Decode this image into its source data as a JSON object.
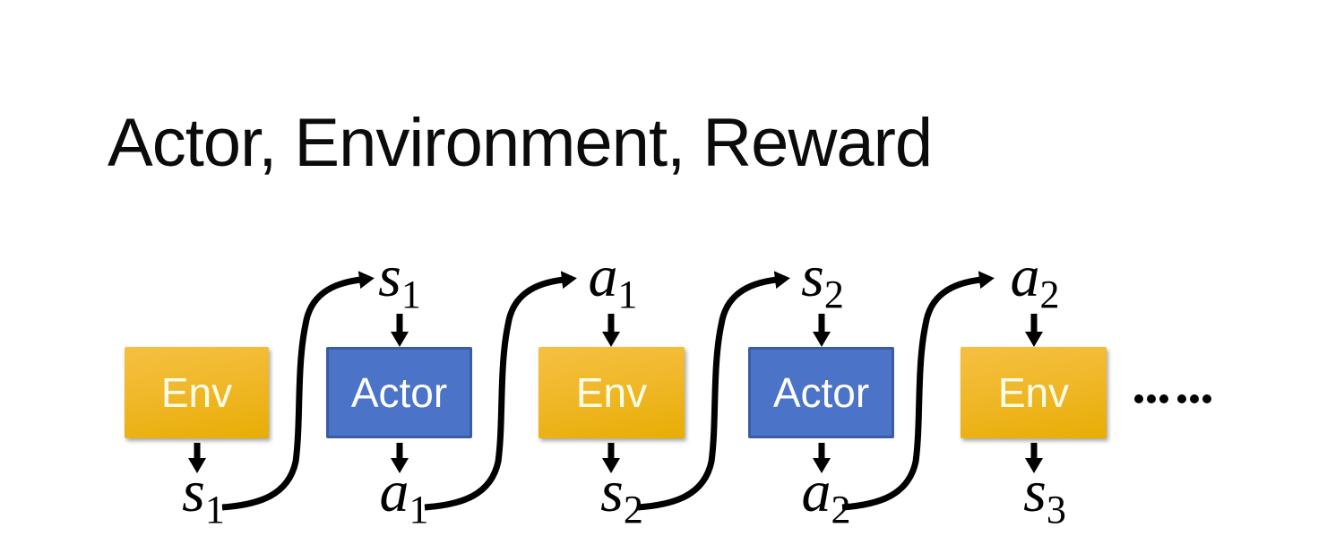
{
  "title": "Actor, Environment, Reward",
  "diagram": {
    "boxes": [
      {
        "label": "Env"
      },
      {
        "label": "Actor"
      },
      {
        "label": "Env"
      },
      {
        "label": "Actor"
      },
      {
        "label": "Env"
      }
    ],
    "top_labels": [
      {
        "base": "s",
        "sub": "1"
      },
      {
        "base": "a",
        "sub": "1"
      },
      {
        "base": "s",
        "sub": "2"
      },
      {
        "base": "a",
        "sub": "2"
      }
    ],
    "bottom_labels": [
      {
        "base": "s",
        "sub": "1"
      },
      {
        "base": "a",
        "sub": "1"
      },
      {
        "base": "s",
        "sub": "2"
      },
      {
        "base": "a",
        "sub": "2"
      },
      {
        "base": "s",
        "sub": "3"
      }
    ],
    "ellipsis": "……"
  },
  "colors": {
    "env_gradient_top": "#F6C041",
    "env_gradient_bottom": "#E8AD04",
    "env_text": "#FFFDE9",
    "actor_fill": "#4B73C8",
    "actor_border": "#3A5CA2",
    "actor_text": "#FFFFFF",
    "arrow": "#000000",
    "title_text": "#0B0B0B"
  }
}
